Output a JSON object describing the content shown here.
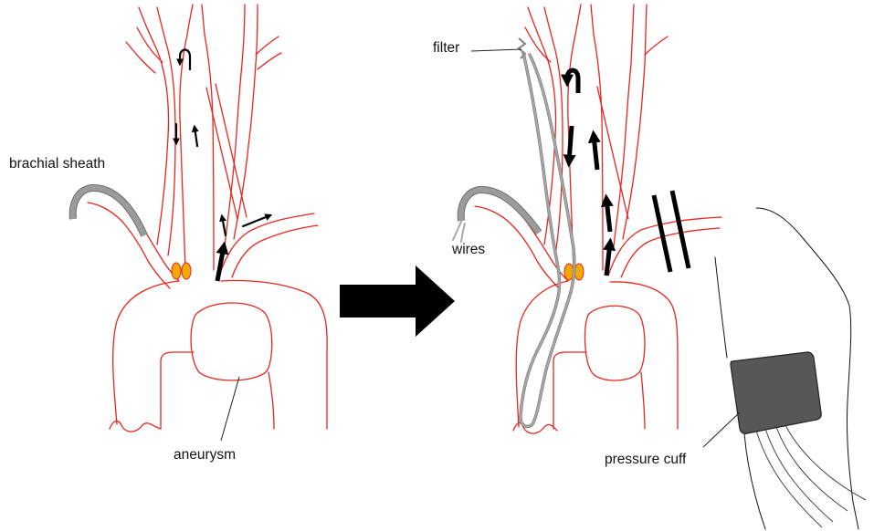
{
  "labels": {
    "brachial_sheath": "brachial sheath",
    "aneurysm": "aneurysm",
    "filter": "filter",
    "wires": "wires",
    "pressure_cuff": "pressure cuff"
  },
  "colors": {
    "vessel": "#e8251f",
    "sheath": "#9b9b9b",
    "wire": "#a8a8a8",
    "valve": "#f5a800",
    "cuff": "#575757",
    "arrow": "#000000"
  }
}
